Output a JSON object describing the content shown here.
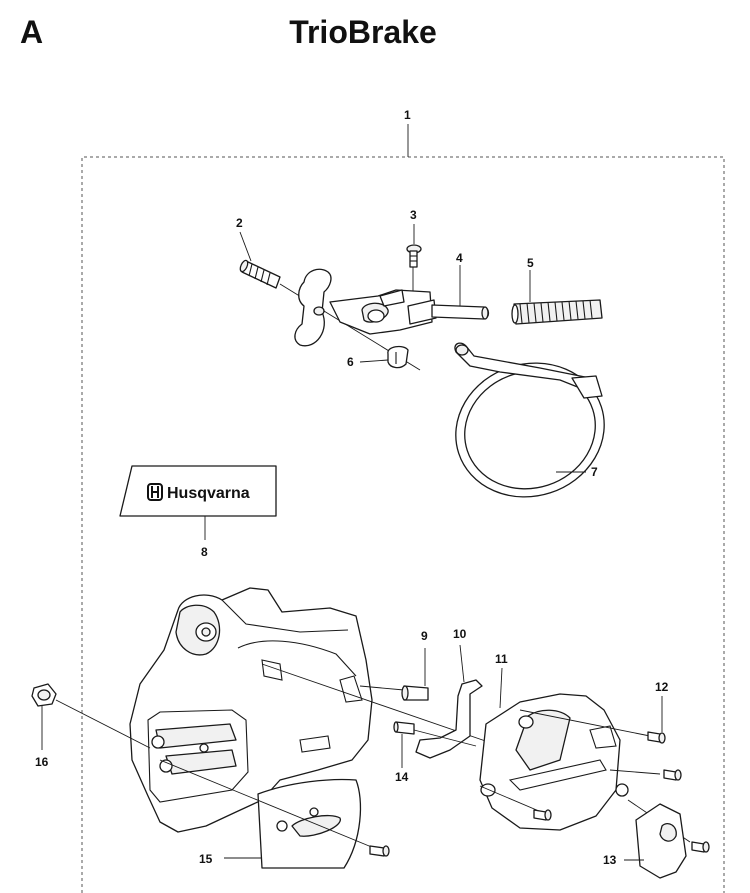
{
  "header": {
    "section": "A",
    "title": "TrioBrake"
  },
  "decal": {
    "brand": "Husqvarna"
  },
  "callouts": [
    "1",
    "2",
    "3",
    "4",
    "5",
    "6",
    "7",
    "8",
    "9",
    "10",
    "11",
    "12",
    "13",
    "14",
    "15",
    "16"
  ]
}
